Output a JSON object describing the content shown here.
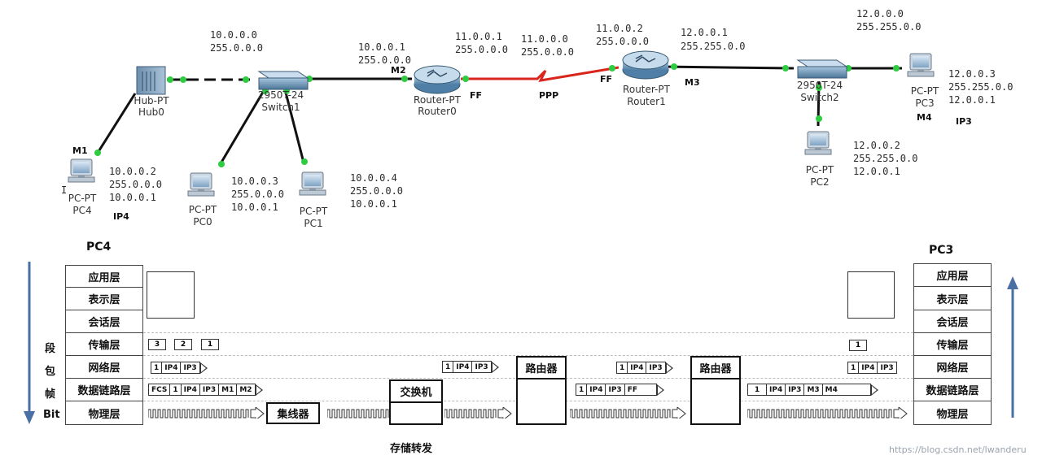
{
  "topology": {
    "devices": {
      "hub0": {
        "type": "Hub-PT",
        "name": "Hub0"
      },
      "switch1": {
        "type": "2950T-24",
        "name": "Switch1"
      },
      "router0": {
        "type": "Router-PT",
        "name": "Router0"
      },
      "router1": {
        "type": "Router-PT",
        "name": "Router1"
      },
      "switch2": {
        "type": "2950T-24",
        "name": "Switch2"
      },
      "pc4": {
        "type": "PC-PT",
        "name": "PC4"
      },
      "pc0": {
        "type": "PC-PT",
        "name": "PC0"
      },
      "pc1": {
        "type": "PC-PT",
        "name": "PC1"
      },
      "pc3": {
        "type": "PC-PT",
        "name": "PC3"
      },
      "pc2": {
        "type": "PC-PT",
        "name": "PC2"
      }
    },
    "addresses": {
      "lan1_net": "10.0.0.0",
      "lan1_mask": "255.0.0.0",
      "router0_lan_ip": "10.0.0.1",
      "router0_lan_mask": "255.0.0.0",
      "router0_wan_ip": "11.0.0.1",
      "router0_wan_mask": "255.0.0.0",
      "wan_net": "11.0.0.0",
      "wan_mask": "255.0.0.0",
      "router1_wan_ip": "11.0.0.2",
      "router1_wan_mask": "255.0.0.0",
      "router1_lan_ip": "12.0.0.1",
      "router1_lan_mask": "255.255.0.0",
      "lan2_net": "12.0.0.0",
      "lan2_mask": "255.255.0.0",
      "pc4": [
        "10.0.0.2",
        "255.0.0.0",
        "10.0.0.1"
      ],
      "pc0": [
        "10.0.0.3",
        "255.0.0.0",
        "10.0.0.1"
      ],
      "pc1": [
        "10.0.0.4",
        "255.0.0.0",
        "10.0.0.1"
      ],
      "pc3": [
        "12.0.0.3",
        "255.255.0.0",
        "12.0.0.1"
      ],
      "pc2": [
        "12.0.0.2",
        "255.255.0.0",
        "12.0.0.1"
      ]
    },
    "tags": {
      "m1": "M1",
      "m2": "M2",
      "m3": "M3",
      "m4": "M4",
      "ip4": "IP4",
      "ip3": "IP3",
      "ff_left": "FF",
      "ff_right": "FF",
      "ppp": "PPP"
    },
    "colors": {
      "ethernet": "#111111",
      "serial": "#d9261c",
      "port_up": "#2ecc40"
    }
  },
  "stack": {
    "left_host": "PC4",
    "right_host": "PC3",
    "layers": [
      "应用层",
      "表示层",
      "会话层",
      "传输层",
      "网络层",
      "数据链路层",
      "物理层"
    ],
    "units": [
      "段",
      "包",
      "帧",
      "Bit"
    ],
    "devices": {
      "hub": "集线器",
      "switch": "交换机",
      "router_a": "路由器",
      "router_b": "路由器"
    },
    "segments_left": [
      "3",
      "2",
      "1"
    ],
    "segments_right": [
      "1"
    ],
    "packet_fields": [
      "1",
      "IP4",
      "IP3"
    ],
    "frame_left": [
      "FCS",
      "1",
      "IP4",
      "IP3",
      "M1",
      "M2"
    ],
    "frame_mid": [
      "1",
      "IP4",
      "IP3",
      "FF"
    ],
    "frame_right": [
      "1",
      "IP4",
      "IP3",
      "M3",
      "M4"
    ],
    "caption": "存储转发",
    "arrow_color": "#4a6fa5"
  },
  "watermark": "https://blog.csdn.net/lwanderu"
}
